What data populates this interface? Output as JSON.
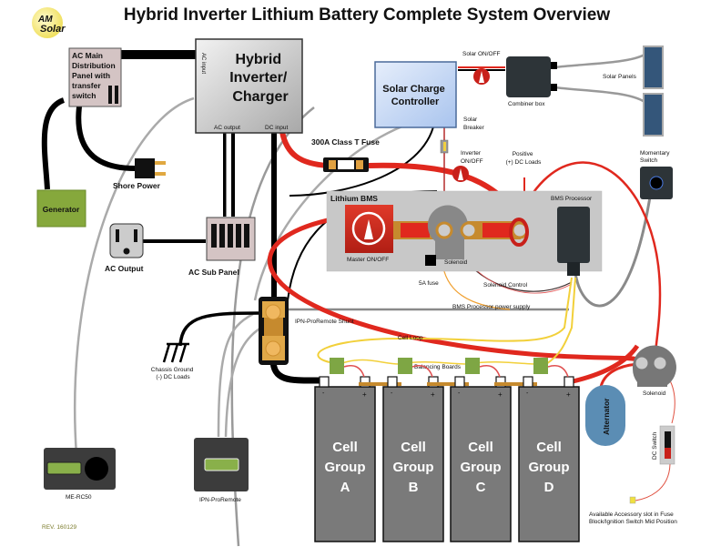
{
  "title": "Hybrid Inverter Lithium Battery Complete System Overview",
  "logo": {
    "line1": "AM",
    "line2": "Solar"
  },
  "revision": "REV. 160129",
  "colors": {
    "wire_red": "#e0281e",
    "wire_black": "#000000",
    "wire_gray": "#9a9a9a",
    "wire_yellow": "#f2d03a",
    "bms_bg": "#c8c8c8",
    "cell_fill": "#7a7a7a",
    "generator": "#86a83c",
    "solar_panel": "#34567a",
    "alternator": "#5b8db4",
    "charge_controller": "#c9dcf5",
    "busbar": "#c68a2e",
    "balancing_board": "#7ea644",
    "remote_body": "#3c3c3c",
    "remote_screen": "#89b04a",
    "revision": "#7a7a2a"
  },
  "components": {
    "ac_main_panel": {
      "lines": [
        "AC Main",
        "Distribution",
        "Panel with",
        "transfer",
        "switch"
      ]
    },
    "inverter": {
      "lines": [
        "Hybrid",
        "Inverter/",
        "Charger"
      ],
      "ac_input": "AC input",
      "ac_output": "AC output",
      "dc_input": "DC input"
    },
    "generator": "Generator",
    "shore_power": "Shore Power",
    "ac_output": "AC Output",
    "ac_sub_panel": "AC Sub Panel",
    "charge_controller": {
      "lines": [
        "Solar Charge",
        "Controller"
      ]
    },
    "solar_onoff": "Solar ON/OFF",
    "combiner_box": "Combiner box",
    "solar_panels": "Solar Panels",
    "solar_breaker": {
      "lines": [
        "Solar",
        "Breaker"
      ]
    },
    "fuse_300a": "300A Class T Fuse",
    "inverter_onoff": {
      "lines": [
        "Inverter",
        "ON/OFF"
      ]
    },
    "positive_dc_loads": {
      "lines": [
        "Positive",
        "(+) DC Loads"
      ]
    },
    "momentary_switch": {
      "lines": [
        "Momentary",
        "Switch"
      ]
    },
    "bms": {
      "title": "Lithium BMS",
      "master": "Master ON/OFF",
      "solenoid": "Solenoid",
      "processor": "BMS Processor"
    },
    "fuse_5a": "5A fuse",
    "solenoid_control": "Solenoid Control",
    "bms_power_supply": "BMS Processor power supply",
    "shunt": "IPN-ProRemote Shunt",
    "chassis_ground": {
      "lines": [
        "Chassis Ground",
        "(-) DC Loads"
      ]
    },
    "cell_loop": "Cell Loop",
    "balancing_boards": "Balancing Boards",
    "cells": [
      {
        "lines": [
          "Cell",
          "Group",
          "A"
        ]
      },
      {
        "lines": [
          "Cell",
          "Group",
          "B"
        ]
      },
      {
        "lines": [
          "Cell",
          "Group",
          "C"
        ]
      },
      {
        "lines": [
          "Cell",
          "Group",
          "D"
        ]
      }
    ],
    "terminal_neg": "-",
    "terminal_pos": "+",
    "alternator": "Alternator",
    "solenoid2": "Solenoid",
    "dc_switch": "DC Switch",
    "accessory_slot": {
      "lines": [
        "Available Accessory slot in Fuse",
        "Block/Ignition Switch Mid Position"
      ]
    },
    "me_rc50": "ME-RC50",
    "ipn_proremote": "IPN-ProRemote"
  }
}
